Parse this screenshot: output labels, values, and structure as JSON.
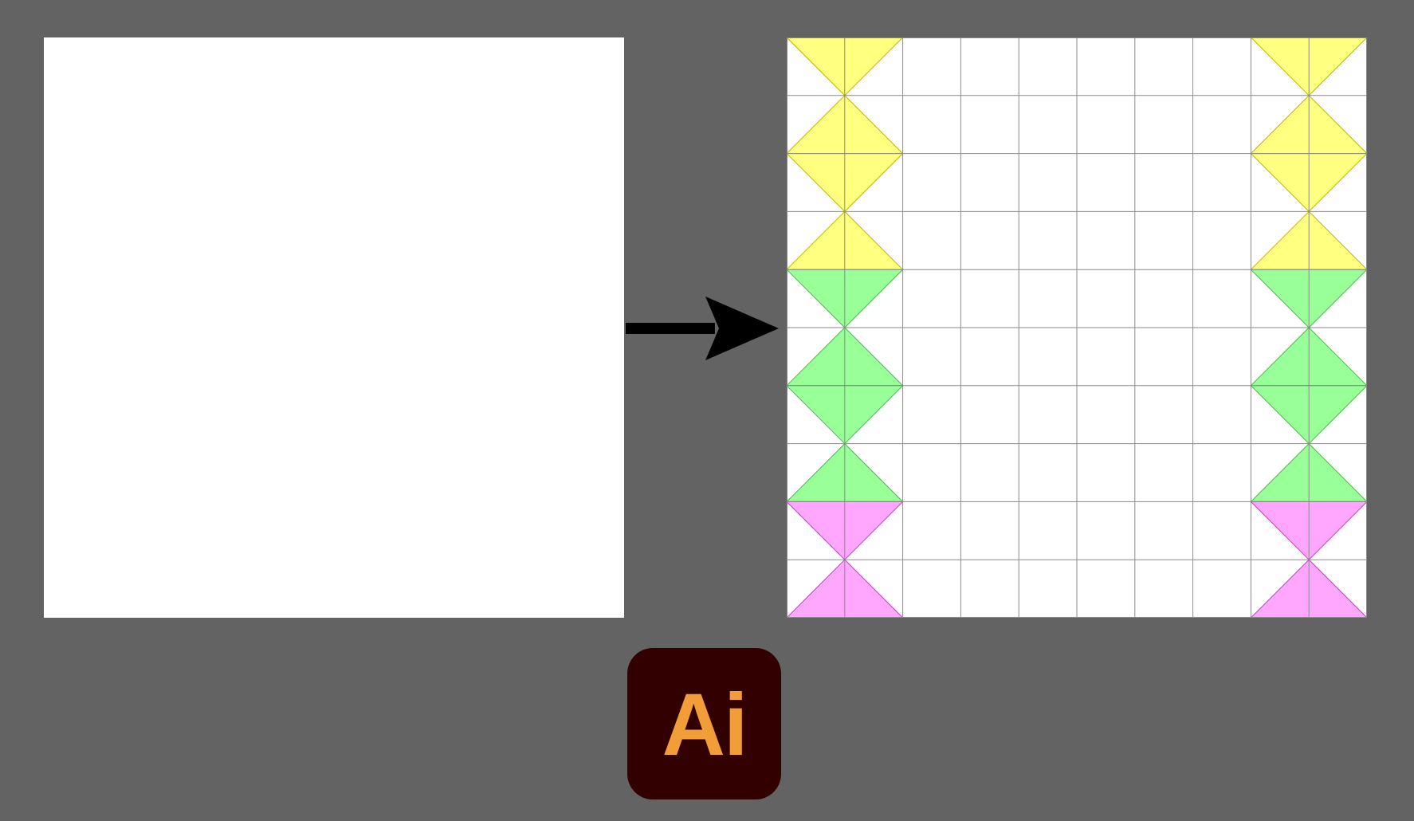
{
  "canvas": {
    "background_color": "#636363",
    "left_artboard": {
      "state": "blank",
      "fill_color": "#ffffff"
    },
    "right_artboard": {
      "grid": {
        "rows": 10,
        "columns": 10,
        "line_color": "#8a8a8a"
      },
      "color_bands": [
        {
          "name": "yellow",
          "color": "#ffff80",
          "stroke": "#b8b800",
          "rows": [
            0,
            1,
            2,
            3
          ]
        },
        {
          "name": "green",
          "color": "#99ff99",
          "stroke": "#4cb84c",
          "rows": [
            4,
            5,
            6,
            7
          ]
        },
        {
          "name": "pink",
          "color": "#ffa6ff",
          "stroke": "#c83cc8",
          "rows": [
            8,
            9
          ]
        }
      ],
      "pattern_columns": [
        [
          0,
          1
        ],
        [
          8,
          9
        ]
      ]
    },
    "arrow": {
      "icon": "right-arrow-icon",
      "color": "#000000"
    }
  },
  "app_logo": {
    "text": "Ai",
    "background_color": "#330000",
    "text_color": "#f29e38"
  }
}
